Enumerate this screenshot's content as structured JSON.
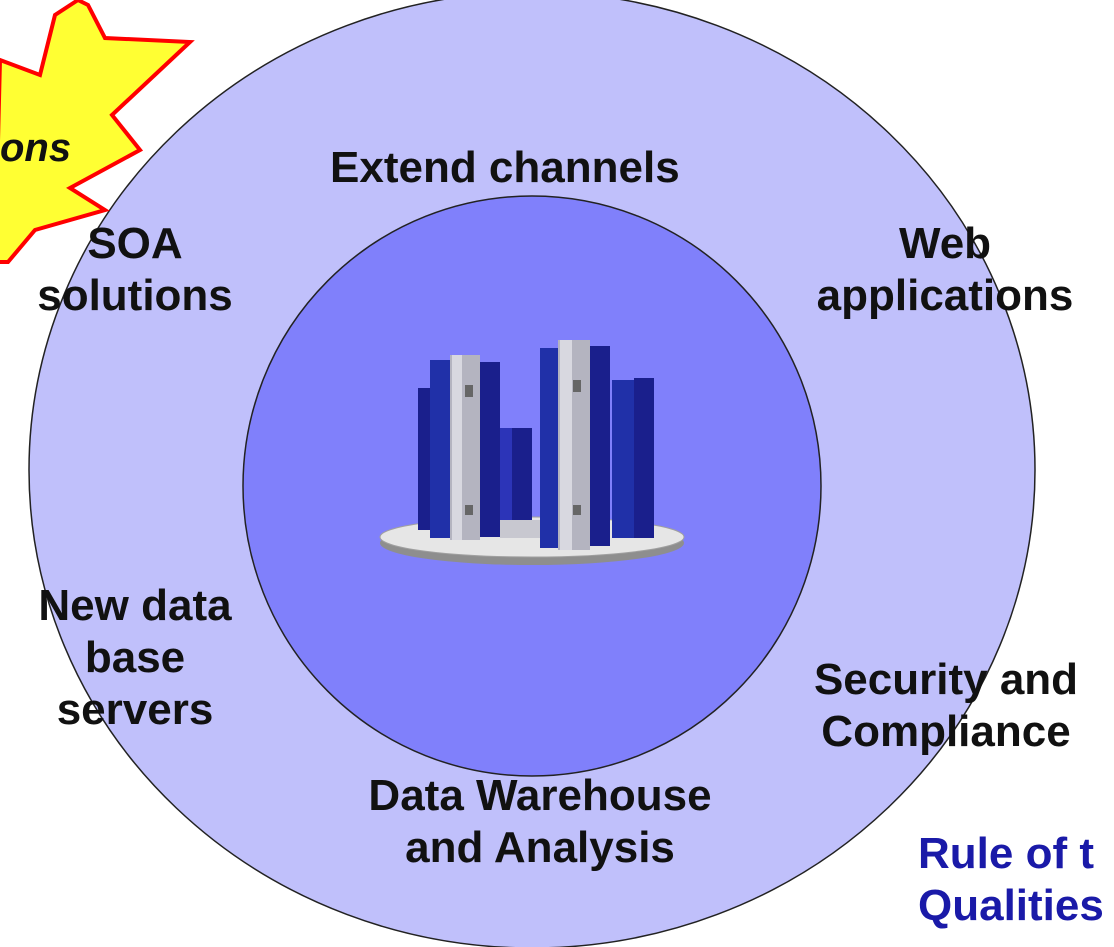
{
  "labels": {
    "extend_channels": "Extend channels",
    "soa_line1": "SOA",
    "soa_line2": "solutions",
    "web_line1": "Web",
    "web_line2": "applications",
    "newdata_line1": "New data",
    "newdata_line2": "base",
    "newdata_line3": "servers",
    "security_line1": "Security and",
    "security_line2": "Compliance",
    "dw_line1": "Data Warehouse",
    "dw_line2": "and Analysis",
    "rule_line1": "Rule of t",
    "rule_line2": "Qualities",
    "burst_text": "ons"
  },
  "colors": {
    "outer_ring": "#c0c0fb",
    "inner_circle": "#8080fb",
    "burst_fill": "#ffff33",
    "burst_stroke": "#ff0000",
    "rule_text": "#1a1aa8"
  },
  "icons": {
    "center": "server-cluster-icon",
    "burst": "explosion-burst-icon"
  }
}
